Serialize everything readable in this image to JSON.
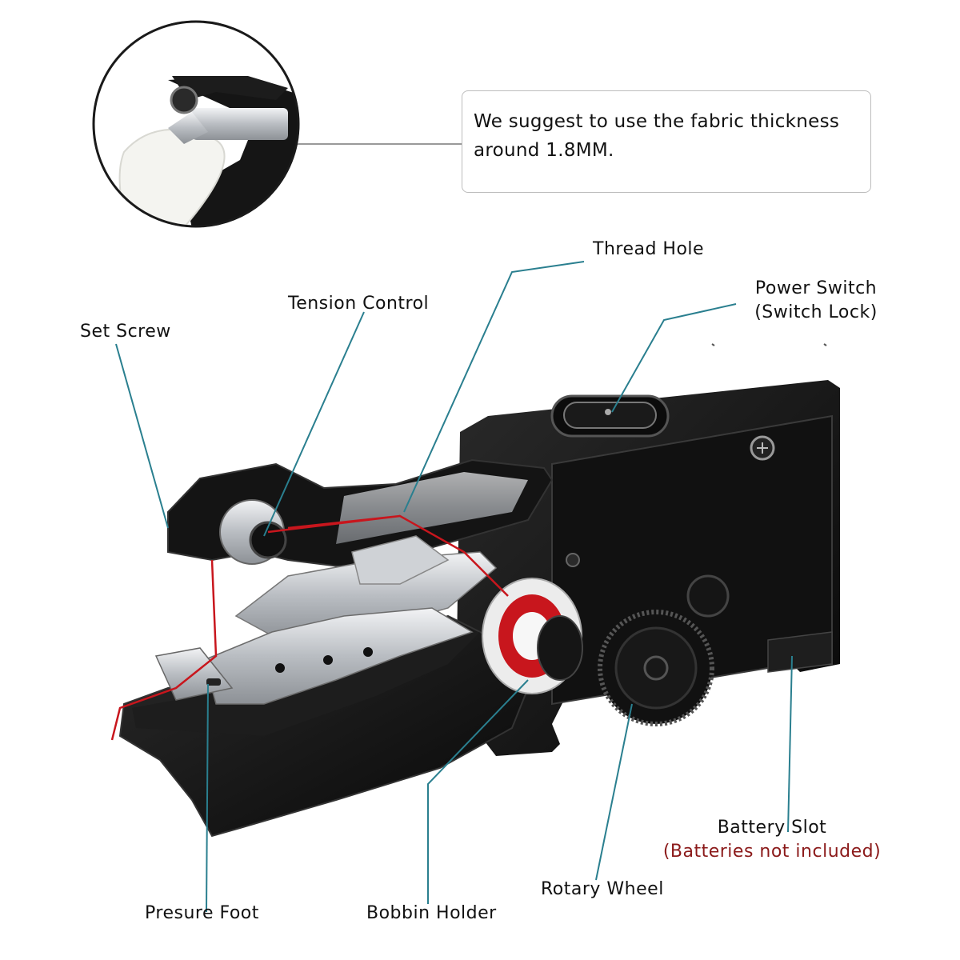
{
  "note": {
    "line1": "We suggest to use the fabric thickness",
    "line2": "around 1.8MM."
  },
  "callouts": {
    "thread_hole": "Thread Hole",
    "power_switch_line1": "Power Switch",
    "power_switch_line2": "(Switch Lock)",
    "tension_control": "Tension Control",
    "set_screw": "Set Screw",
    "battery_slot": "Battery Slot",
    "battery_note": "(Batteries not included)",
    "rotary_wheel": "Rotary Wheel",
    "presure_foot": "Presure Foot",
    "bobbin_holder": "Bobbin Holder"
  },
  "colors": {
    "leader_line": "#2a7f8f",
    "device_body": "#141414",
    "thread": "#c8161d",
    "metal": "#c9ccd0",
    "warning_text": "#8b1a1a"
  },
  "icons": {
    "device": "handheld-sewing-machine",
    "inset": "magnified-needle-detail"
  }
}
